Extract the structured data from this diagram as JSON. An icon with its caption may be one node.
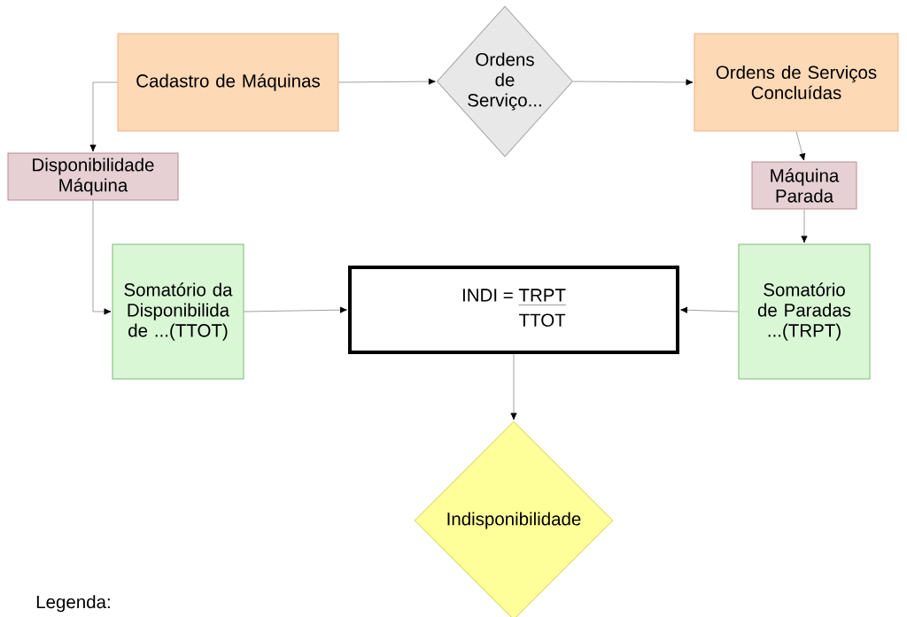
{
  "diagram": {
    "nodes": [
      {
        "text": [
          "Cadastro de Máquinas"
        ]
      },
      {
        "text": [
          "Ordens de Serviço..."
        ]
      },
      {
        "text": [
          "Ordens de Serviços Concluídas"
        ]
      },
      {
        "text": [
          "Disponibilidade Máquina"
        ]
      },
      {
        "text": [
          "Máquina Parada"
        ]
      },
      {
        "text": [
          "Somatório da Disponibilida de ...(TTOT)"
        ]
      },
      {
        "text": [
          "INDI =",
          "TRPT",
          "TTOT"
        ]
      },
      {
        "text": [
          "Somatório de Paradas ...(TRPT)"
        ]
      },
      {
        "text": [
          "Indisponibilidade"
        ]
      }
    ],
    "edges": [
      {
        "from": 0,
        "to": 1,
        "arrow": "to"
      },
      {
        "from": 1,
        "to": 2,
        "arrow": "to"
      },
      {
        "from": 0,
        "to": 3,
        "arrow": "to"
      },
      {
        "from": 2,
        "to": 4,
        "arrow": "to"
      },
      {
        "from": 4,
        "to": 7,
        "arrow": "to"
      },
      {
        "from": 3,
        "to": 5,
        "arrow": "to"
      },
      {
        "from": 5,
        "to": 6,
        "arrow": "to"
      },
      {
        "from": 7,
        "to": 6,
        "arrow": "to"
      },
      {
        "from": 6,
        "to": 8,
        "arrow": "to"
      }
    ],
    "labels": [
      "Legenda:"
    ]
  }
}
